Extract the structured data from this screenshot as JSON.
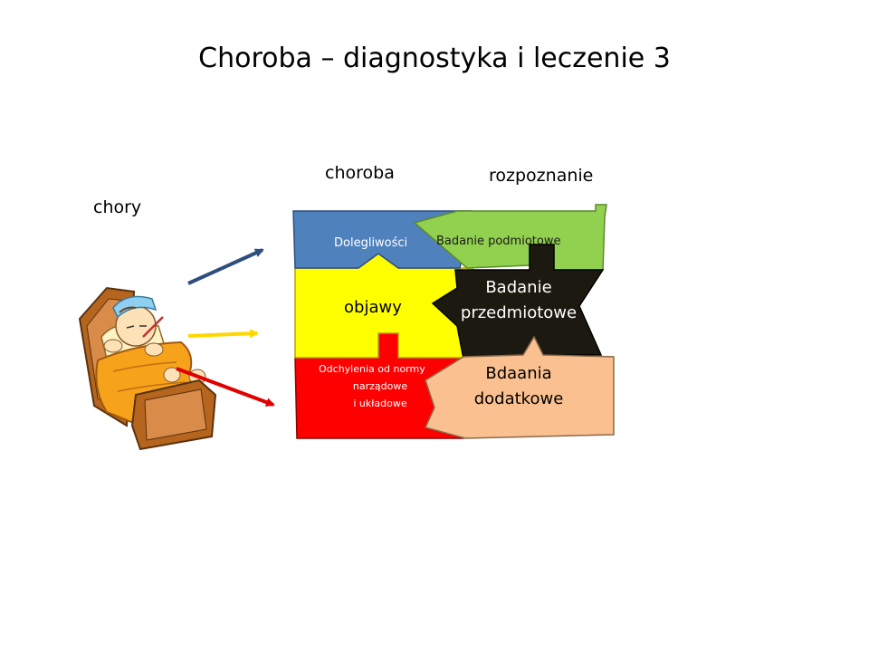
{
  "slide": {
    "title": "Choroba – diagnostyka  i leczenie 3"
  },
  "labels": {
    "chory": "chory",
    "choroba": "choroba",
    "rozpoznanie": "rozpoznanie"
  },
  "puzzle": {
    "dolegliwosci": "Dolegliwości",
    "objawy": "objawy",
    "odchylenia_line1": "Odchylenia od normy",
    "odchylenia_line2": "narządowe",
    "odchylenia_line3": "i układowe",
    "badanie_podmiotowe": "Badanie podmiotowe",
    "badanie_przedmiotowe_line1": "Badanie",
    "badanie_przedmiotowe_line2": "przedmiotowe",
    "badania_dodatkowe_line1": "Bdaania",
    "badania_dodatkowe_line2": "dodatkowe"
  },
  "colors": {
    "blue_piece": "#4f81bd",
    "yellow_piece": "#ffff00",
    "red_piece": "#ff0000",
    "green_piece": "#92d050",
    "black_piece": "#1c1a10",
    "peach_piece": "#fac090",
    "arrow_blue": "#2e4e7e",
    "arrow_yellow": "#ffd700",
    "arrow_red": "#e00000"
  }
}
